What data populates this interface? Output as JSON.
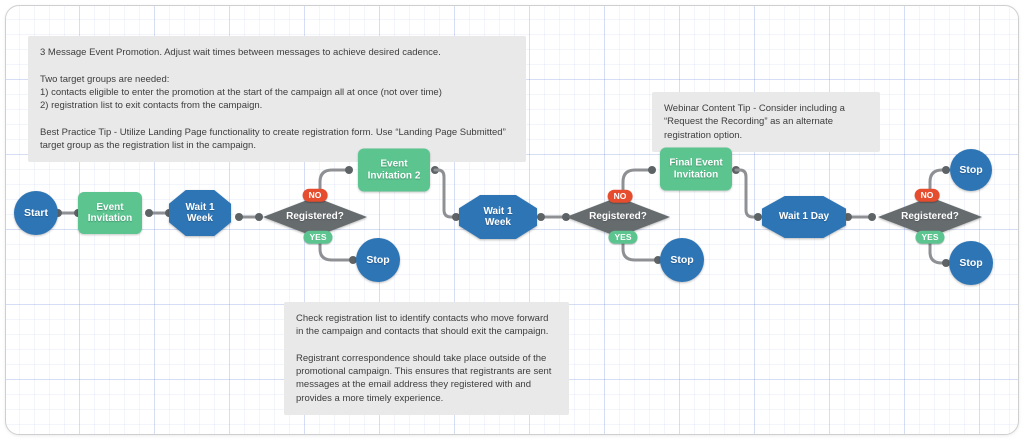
{
  "flow": {
    "start": {
      "label": "Start"
    },
    "message_1": {
      "label": "Event Invitation"
    },
    "wait_1": {
      "label": "Wait 1 Week"
    },
    "decision_1": {
      "label": "Registered?",
      "no": "NO",
      "yes": "YES"
    },
    "message_2": {
      "label": "Event Invitation 2"
    },
    "stop_1": {
      "label": "Stop"
    },
    "wait_2": {
      "label": "Wait 1 Week"
    },
    "decision_2": {
      "label": "Registered?",
      "no": "NO",
      "yes": "YES"
    },
    "message_3": {
      "label": "Final Event Invitation"
    },
    "stop_2": {
      "label": "Stop"
    },
    "wait_3": {
      "label": "Wait 1 Day"
    },
    "decision_3": {
      "label": "Registered?",
      "no": "NO",
      "yes": "YES"
    },
    "stop_3": {
      "label": "Stop"
    },
    "stop_4": {
      "label": "Stop"
    }
  },
  "notes": {
    "campaign_overview": "3 Message Event Promotion. Adjust wait times between messages to achieve desired cadence.\n\nTwo target groups are needed:\n1) contacts eligible to enter the promotion at the start of the campaign all at once (not over time)\n2) registration list to exit contacts from the campaign.\n\nBest Practice Tip - Utilize Landing Page functionality to create registration form. Use “Landing Page Submitted” target group as the registration list in the campaign.",
    "webinar_tip": "Webinar Content Tip - Consider including a “Request the Recording” as an alternate registration option.",
    "registration_check": "Check registration list to identify contacts who move forward in the campaign and contacts that should exit the campaign.\n\nRegistrant correspondence should take place outside of the promotional campaign.  This ensures that registrants are sent messages at the email address they registered with and provides a more timely experience."
  },
  "colors": {
    "node_blue": "#2e75b6",
    "node_green": "#5bc48f",
    "decision_gray": "#666b6e",
    "branch_no_red": "#e54d2e",
    "branch_yes_green": "#5bc48f",
    "connector_gray": "#8e9093",
    "connector_dot": "#5e6366",
    "note_bg": "#e9e9e9"
  }
}
